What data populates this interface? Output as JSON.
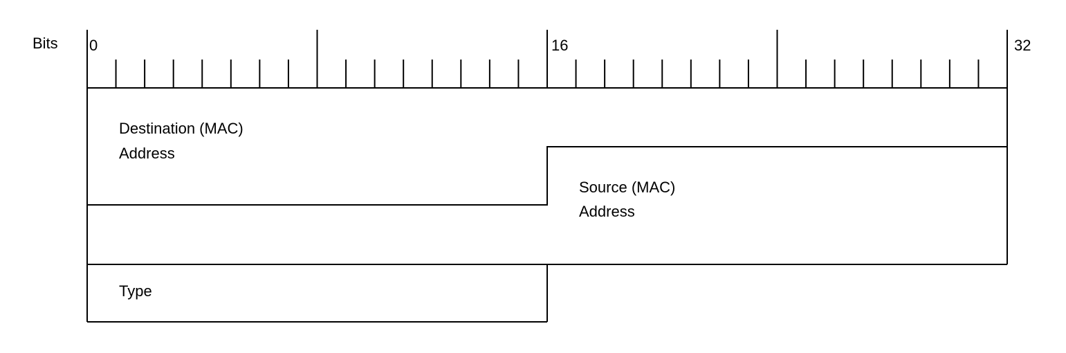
{
  "ruler": {
    "caption": "Bits",
    "tick_start_label": "0",
    "tick_mid_label": "16",
    "tick_end_label": "32",
    "total_bits": 32,
    "major_every_bits": 8
  },
  "fields": {
    "destination": {
      "line1": "Destination (MAC)",
      "line2": "Address"
    },
    "source": {
      "line1": "Source (MAC)",
      "line2": "Address"
    },
    "type": {
      "label": "Type"
    }
  },
  "colors": {
    "line": "#000000",
    "background": "#ffffff"
  }
}
